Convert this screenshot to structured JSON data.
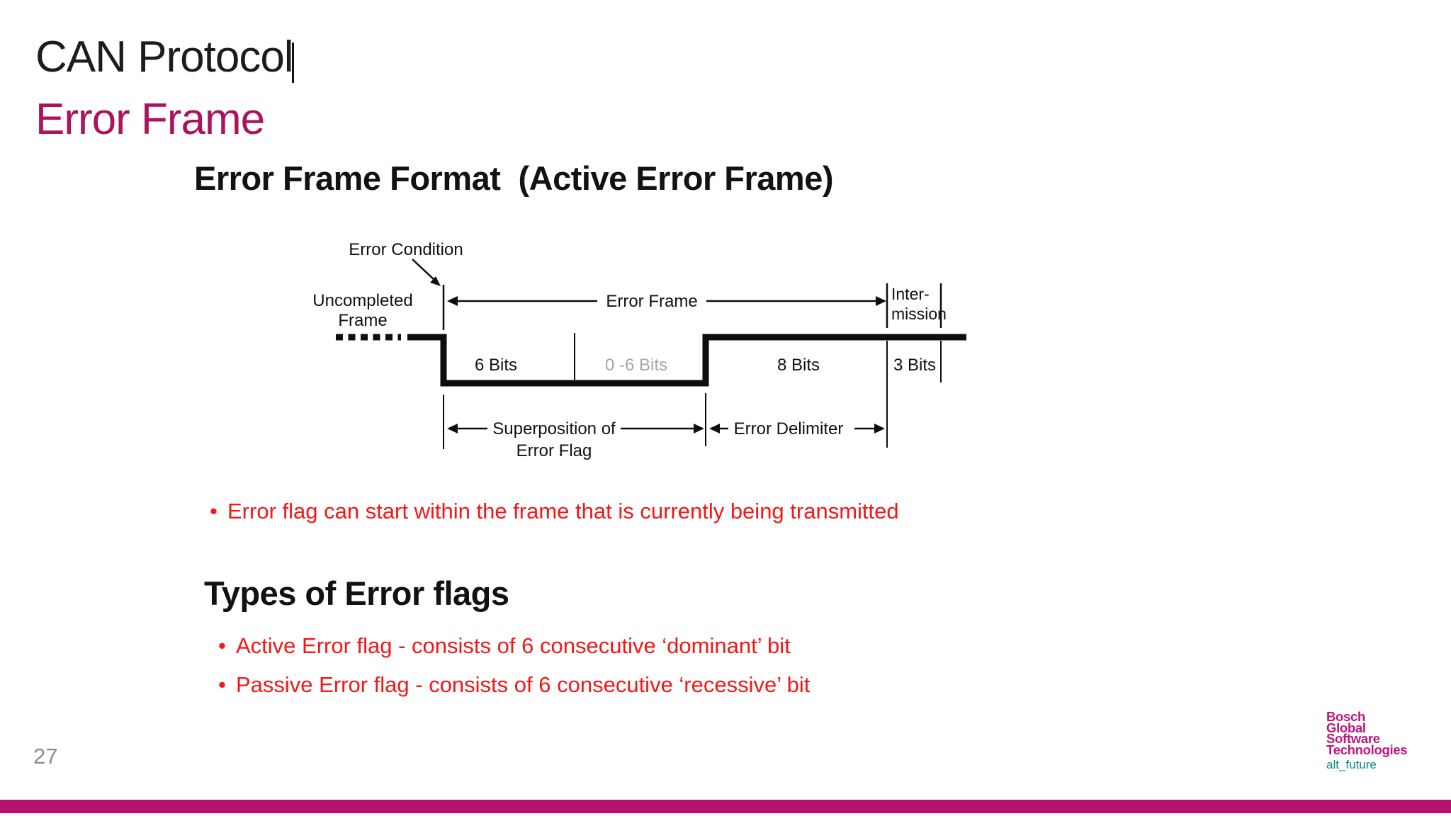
{
  "slide": {
    "title": "CAN Protocol",
    "subtitle": "Error Frame",
    "section_heading": "Error Frame Format  (Active Error Frame)",
    "page_number": "27"
  },
  "diagram": {
    "error_condition": "Error Condition",
    "uncompleted_frame_line1": "Uncompleted",
    "uncompleted_frame_line2": "Frame",
    "error_frame": "Error Frame",
    "intermission_line1": "Inter-",
    "intermission_line2": "mission",
    "bits_6": "6 Bits",
    "bits_0_6": "0 -6 Bits",
    "bits_8": "8 Bits",
    "bits_3": "3 Bits",
    "superposition_line1": "Superposition of",
    "superposition_line2": "Error Flag",
    "error_delimiter": "Error Delimiter"
  },
  "notes": {
    "bullet_char": "•",
    "bullet1": "Error flag can start within the frame that is currently being transmitted",
    "types_heading": "Types of Error flags",
    "bullet2": "Active Error flag - consists of 6 consecutive ‘dominant’ bit",
    "bullet3": "Passive Error flag - consists of 6 consecutive ‘recessive’ bit"
  },
  "footer": {
    "logo_line1": "Bosch",
    "logo_line2": "Global",
    "logo_line3": "Software",
    "logo_line4": "Technologies",
    "logo_tagline": "alt_future"
  },
  "colors": {
    "accent_magenta": "#AA145C",
    "logo_magenta": "#C0147C",
    "tagline_teal": "#12877D",
    "alert_red": "#F51616",
    "muted_gray": "#A6A6A6",
    "page_number_gray": "#8C8C8C",
    "bottom_bar_magenta": "#B61270",
    "ink_black": "#111111"
  }
}
